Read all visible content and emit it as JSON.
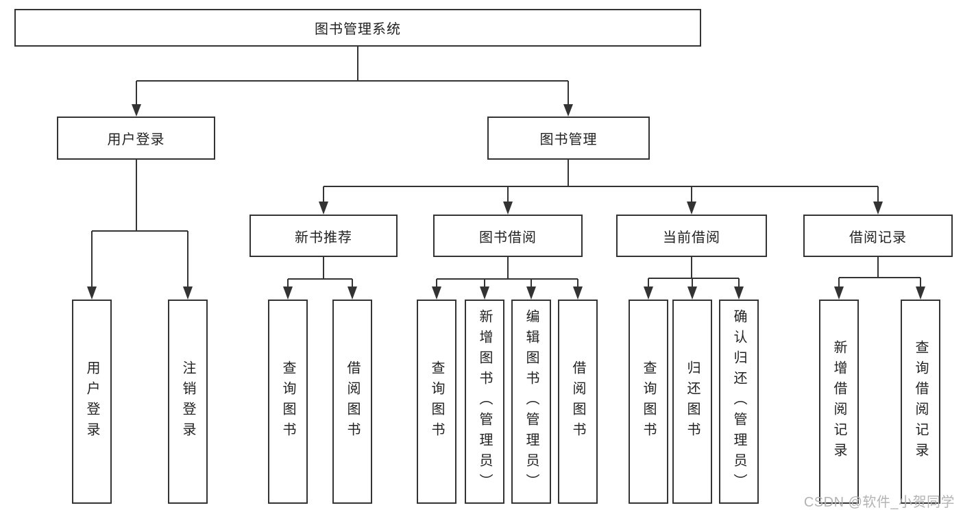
{
  "diagram": {
    "root": {
      "label": "图书管理系统"
    },
    "level2": [
      {
        "label": "用户登录"
      },
      {
        "label": "图书管理"
      }
    ],
    "level3": [
      {
        "label": "新书推荐"
      },
      {
        "label": "图书借阅"
      },
      {
        "label": "当前借阅"
      },
      {
        "label": "借阅记录"
      }
    ],
    "leaves": {
      "login": [
        {
          "label": "用户登录"
        },
        {
          "label": "注销登录"
        }
      ],
      "recommend": [
        {
          "label": "查询图书"
        },
        {
          "label": "借阅图书"
        }
      ],
      "borrow": [
        {
          "label": "查询图书"
        },
        {
          "label": "新增图书（管理员）"
        },
        {
          "label": "编辑图书（管理员）"
        },
        {
          "label": "借阅图书"
        }
      ],
      "current": [
        {
          "label": "查询图书"
        },
        {
          "label": "归还图书"
        },
        {
          "label": "确认归还（管理员）"
        }
      ],
      "records": [
        {
          "label": "新增借阅记录"
        },
        {
          "label": "查询借阅记录"
        }
      ]
    },
    "watermark": "CSDN @软件_小贺同学",
    "colors": {
      "line": "#333333",
      "text": "#222222",
      "watermark": "#b3b3b3",
      "background": "#ffffff"
    }
  }
}
